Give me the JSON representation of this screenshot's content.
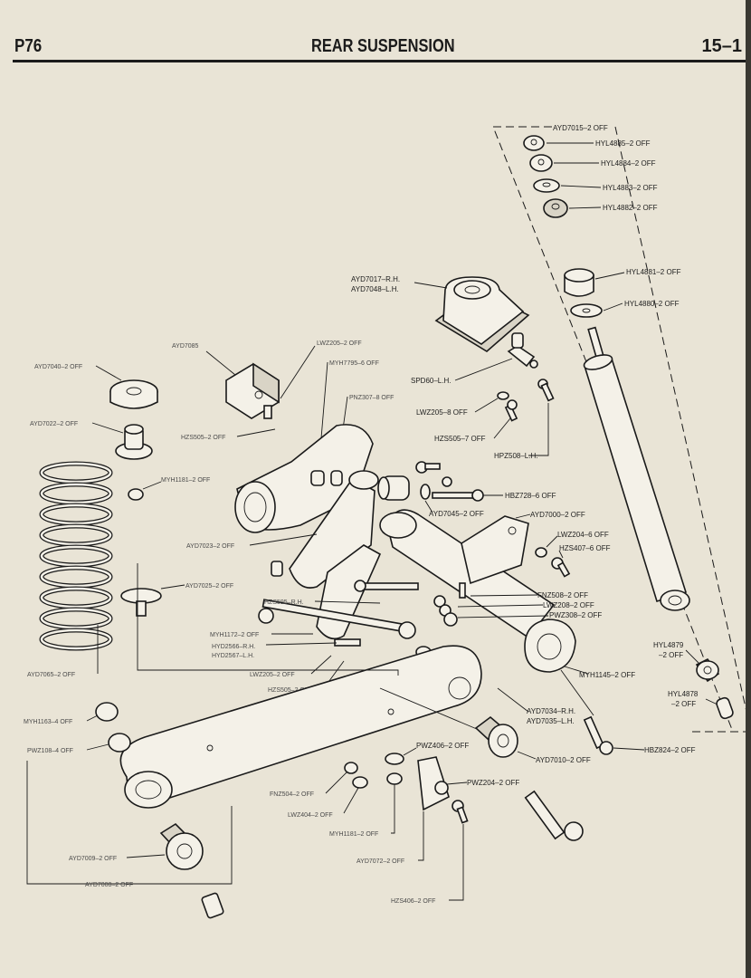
{
  "header": {
    "section": "P76",
    "title": "REAR SUSPENSION",
    "page_ref": "15–1"
  },
  "labels": {
    "ayd7015": "AYD7015–2 OFF",
    "hyl4885": "HYL4885–2 OFF",
    "hyl4884": "HYL4884–2 OFF",
    "hyl4883": "HYL4883–2 OFF",
    "hyl4882": "HYL4882–2 OFF",
    "hyl4881": "HYL4881–2 OFF",
    "hyl4880": "HYL4880–2 OFF",
    "ayd7017": "AYD7017–R.H.",
    "ayd7048": "AYD7048–L.H.",
    "ayd7085": "AYD7085",
    "lwz205_top": "LWZ205–2 OFF",
    "myh7795": "MYH7795–6 OFF",
    "pnz307": "PNZ307–8 OFF",
    "ayd7040": "AYD7040–2 OFF",
    "ayd7022": "AYD7022–2 OFF",
    "hzs505_2": "HZS505–2 OFF",
    "spd60": "SPD60–L.H.",
    "lwz205_8": "LWZ205–8 OFF",
    "hzs505_7": "HZS505–7 OFF",
    "hpz508": "HPZ508–L.H.",
    "myh1181_top": "MYH1181–2 OFF",
    "hbz728": "HBZ728–6 OFF",
    "ayd7045": "AYD7045–2 OFF",
    "ayd7000": "AYD7000–2 OFF",
    "lwz204": "LWZ204–6 OFF",
    "hzs407": "HZS407–6 OFF",
    "ayd7023": "AYD7023–2 OFF",
    "ayd7025": "AYD7025–2 OFF",
    "fnz508": "FNZ508–2 OFF",
    "lwz208": "LWZ208–2 OFF",
    "pwz308": "PWZ308–2 OFF",
    "hzs595": "HZS595–R.H.",
    "myh1172": "MYH1172–2 OFF",
    "hyd2566": "HYD2566–R.H.",
    "hyd2567": "HYD2567–L.H.",
    "ayd7065": "AYD7065–2 OFF",
    "lwz205_bot": "LWZ205–2 OFF",
    "hzs505_bot": "HZS505–2 OFF",
    "myh1145": "MYH1145–2 OFF",
    "hyl4879": "HYL4879",
    "hyl4879_qty": "–2 OFF",
    "hyl4878": "HYL4878",
    "hyl4878_qty": "–2 OFF",
    "ayd7034": "AYD7034–R.H.",
    "ayd7035": "AYD7035–L.H.",
    "myh1163": "MYH1163–4 OFF",
    "pwz108": "PWZ108–4 OFF",
    "pwz406": "PWZ406–2 OFF",
    "ayd7010": "AYD7010–2 OFF",
    "hbz824": "HBZ824–2 OFF",
    "pwz204": "PWZ204–2 OFF",
    "fnz504": "FNZ504–2 OFF",
    "lwz404": "LWZ404–2 OFF",
    "myh1181_bot": "MYH1181–2 OFF",
    "ayd7009": "AYD7009–2 OFF",
    "ayd7008": "AYD7008–2 OFF",
    "ayd7072": "AYD7072–2 OFF",
    "hzs406": "HZS406–2 OFF"
  }
}
